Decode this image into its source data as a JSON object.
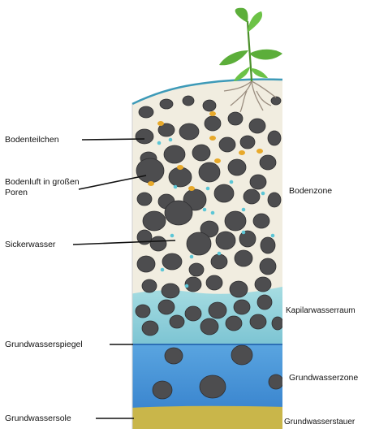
{
  "labels_left": {
    "bodenteilchen": "Bodenteilchen",
    "bodenluft": "Bodenluft in großen Poren",
    "sickerwasser": "Sickerwasser",
    "grundwasserspiegel": "Grundwasserspiegel",
    "grundwassersole": "Grundwassersole"
  },
  "labels_right": {
    "bodenzone": "Bodenzone",
    "kapilarwasserraum": "Kapilarwasserraum",
    "grundwasserzone": "Grundwasserzone",
    "grundwasserstauer": "Grundwasserstauer"
  },
  "colors": {
    "soil_zone": "#f1ede0",
    "capillary_zone": "#8fd0d8",
    "groundwater_zone": "#3f8fd6",
    "aquitard": "#c9b64a",
    "stone": "#4d4d4f",
    "air_pore": "#e8a92a",
    "water_droplet": "#5cc6d6",
    "plant_leaf": "#5cae3a",
    "roots": "#9b8e80"
  }
}
